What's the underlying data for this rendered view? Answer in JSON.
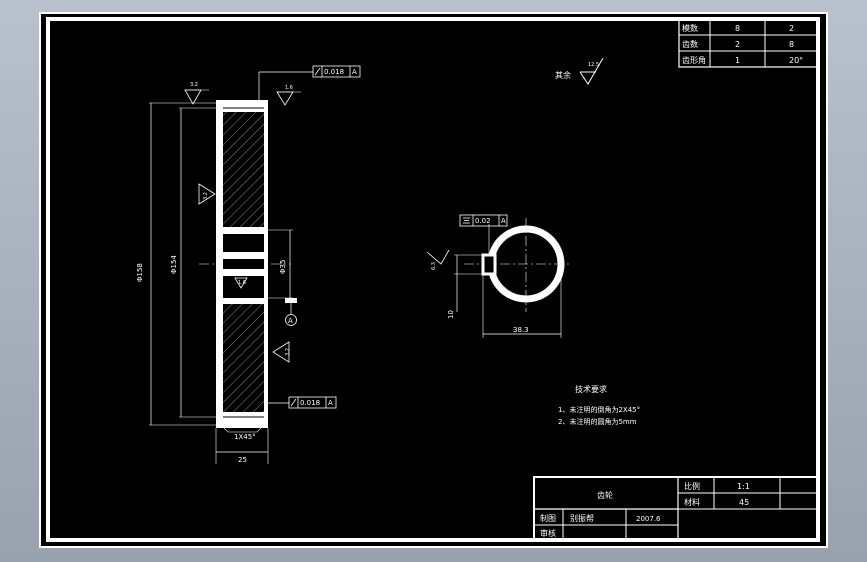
{
  "title_block": {
    "part_name": "齿轮",
    "scale_label": "比例",
    "scale_value": "1:1",
    "material_label": "材料",
    "material_value": "45",
    "drawn_label": "制图",
    "drawer_name": "别振帮",
    "date": "2007.6",
    "checked_label": "审核"
  },
  "gear_table": {
    "rows": [
      {
        "label": "模数",
        "v1": "8",
        "v2": "2"
      },
      {
        "label": "齿数",
        "v1": "2",
        "v2": "8"
      },
      {
        "label": "齿形角",
        "v1": "1",
        "v2": "20°"
      }
    ]
  },
  "roughness": {
    "rest_label": "其余",
    "rest_value": "12.5",
    "top_left": "3.2",
    "top_mid": "1.6",
    "side_upper": "3.2",
    "bore": "1.6",
    "side_lower": "3.2",
    "keyway": "6.3"
  },
  "tolerances": {
    "top_runout": "0.018",
    "top_datum": "A",
    "bottom_runout": "0.018",
    "bottom_datum": "A",
    "key_symmetry": "0.02",
    "key_datum": "A",
    "datum_label": "A"
  },
  "dimensions": {
    "outer_diameter": "Φ158",
    "pitch_diameter": "Φ154",
    "bore_diameter": "Φ35",
    "width": "25",
    "chamfer": "1X45°",
    "key_width": "10",
    "key_depth": "38.3"
  },
  "notes": {
    "heading": "技术要求",
    "items": [
      "1、未注明的倒角为2X45°",
      "2、未注明的圆角为5mm"
    ]
  }
}
